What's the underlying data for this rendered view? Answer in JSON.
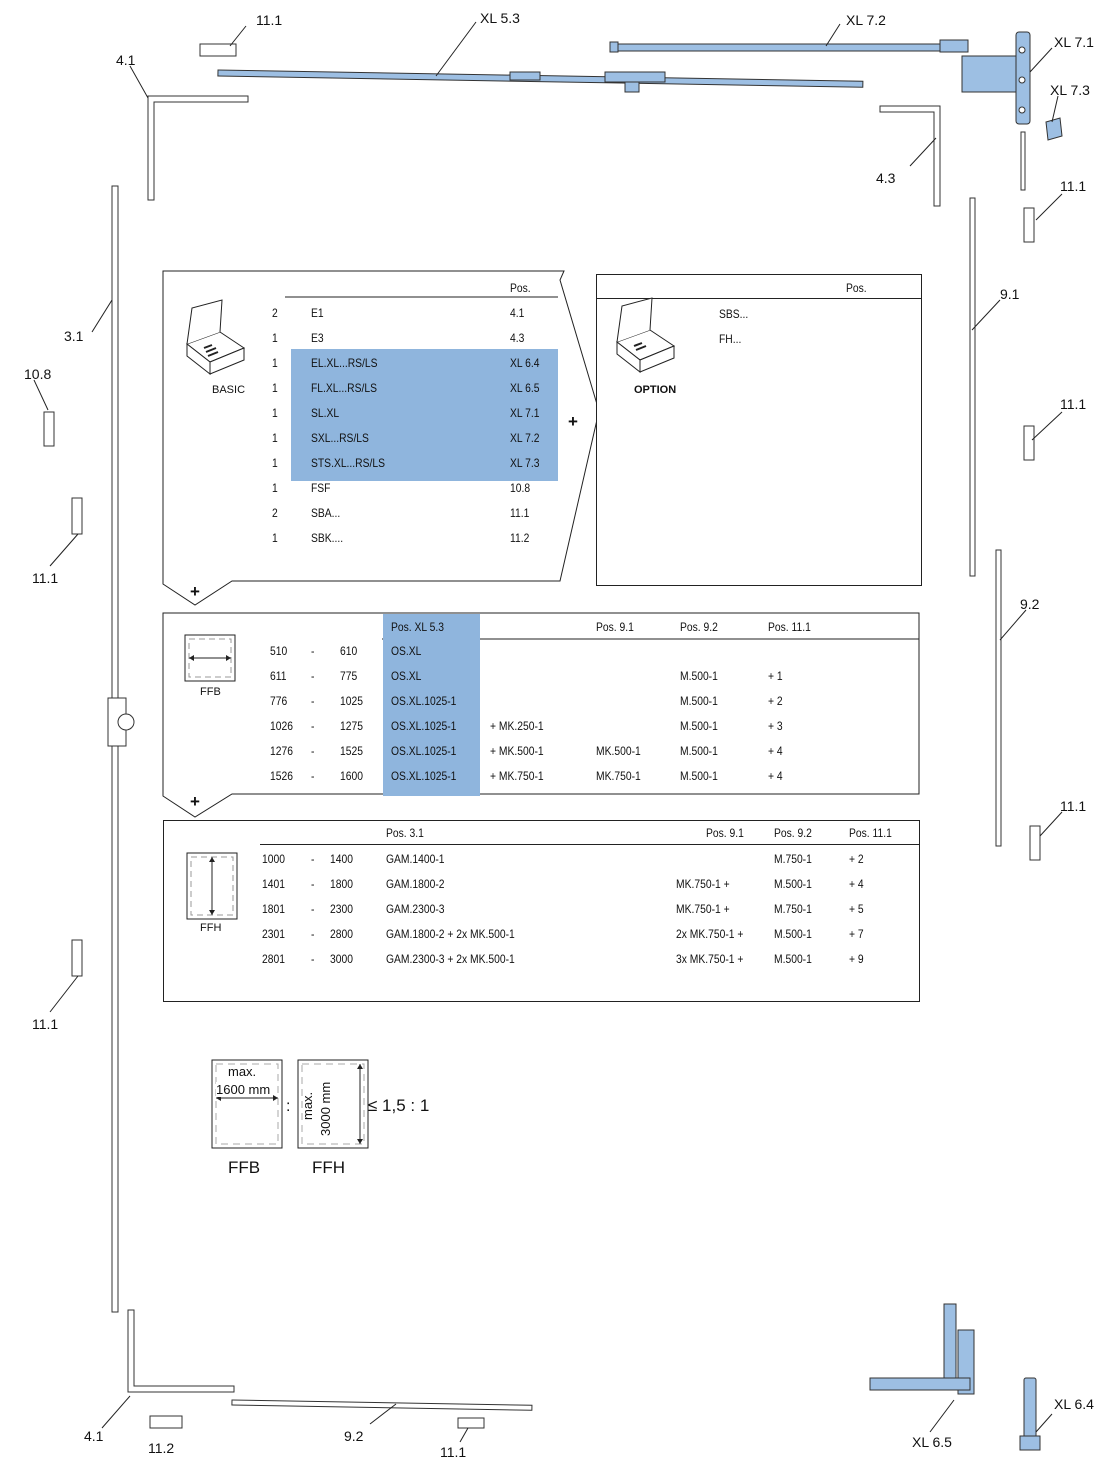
{
  "colors": {
    "part_fill": "#9dbfe3",
    "highlight": "#8fb5dd",
    "line": "#222222"
  },
  "labels": {
    "l_11_1_top": "11.1",
    "l_xl53": "XL 5.3",
    "l_xl72": "XL 7.2",
    "l_xl71": "XL 7.1",
    "l_xl73": "XL 7.3",
    "l_41_top": "4.1",
    "l_43": "4.3",
    "l_11_1_r1": "11.1",
    "l_91": "9.1",
    "l_31": "3.1",
    "l_108": "10.8",
    "l_11_1_r2": "11.1",
    "l_11_1_l1": "11.1",
    "l_92_r": "9.2",
    "l_11_1_r3": "11.1",
    "l_11_1_l2": "11.1",
    "l_41_bot": "4.1",
    "l_112": "11.2",
    "l_92_bot": "9.2",
    "l_11_1_bot": "11.1",
    "l_xl65": "XL 6.5",
    "l_xl64": "XL 6.4"
  },
  "basic": {
    "icon_label": "BASIC",
    "pos_header": "Pos.",
    "rows": [
      {
        "qty": "2",
        "name": "E1",
        "pos": "4.1",
        "hl": false
      },
      {
        "qty": "1",
        "name": "E3",
        "pos": "4.3",
        "hl": false
      },
      {
        "qty": "1",
        "name": "EL.XL...RS/LS",
        "pos": "XL 6.4",
        "hl": true
      },
      {
        "qty": "1",
        "name": "FL.XL...RS/LS",
        "pos": "XL 6.5",
        "hl": true
      },
      {
        "qty": "1",
        "name": "SL.XL",
        "pos": "XL 7.1",
        "hl": true
      },
      {
        "qty": "1",
        "name": "SXL...RS/LS",
        "pos": "XL 7.2",
        "hl": true
      },
      {
        "qty": "1",
        "name": "STS.XL...RS/LS",
        "pos": "XL 7.3",
        "hl": true
      },
      {
        "qty": "1",
        "name": "FSF",
        "pos": "10.8",
        "hl": false
      },
      {
        "qty": "2",
        "name": "SBA...",
        "pos": "11.1",
        "hl": false
      },
      {
        "qty": "1",
        "name": "SBK....",
        "pos": "11.2",
        "hl": false
      }
    ]
  },
  "option": {
    "icon_label": "OPTION",
    "pos_header": "Pos.",
    "rows": [
      {
        "name": "SBS..."
      },
      {
        "name": "FH..."
      }
    ]
  },
  "plus": "+",
  "ffb": {
    "icon_label": "FFB",
    "headers": {
      "xl53": "Pos. XL 5.3",
      "p91": "Pos. 9.1",
      "p92": "Pos. 9.2",
      "p111": "Pos. 11.1"
    },
    "rows": [
      {
        "from": "510",
        "dash": "-",
        "to": "610",
        "xl53": "OS.XL",
        "mk": "",
        "p91": "",
        "p92": "",
        "p111": ""
      },
      {
        "from": "611",
        "dash": "-",
        "to": "775",
        "xl53": "OS.XL",
        "mk": "",
        "p91": "",
        "p92": "M.500-1",
        "p111": "+ 1"
      },
      {
        "from": "776",
        "dash": "-",
        "to": "1025",
        "xl53": "OS.XL.1025-1",
        "mk": "",
        "p91": "",
        "p92": "M.500-1",
        "p111": "+ 2"
      },
      {
        "from": "1026",
        "dash": "-",
        "to": "1275",
        "xl53": "OS.XL.1025-1",
        "mk": "+ MK.250-1",
        "p91": "",
        "p92": "M.500-1",
        "p111": "+ 3"
      },
      {
        "from": "1276",
        "dash": "-",
        "to": "1525",
        "xl53": "OS.XL.1025-1",
        "mk": "+ MK.500-1",
        "p91": "MK.500-1",
        "p92": "M.500-1",
        "p111": "+ 4"
      },
      {
        "from": "1526",
        "dash": "-",
        "to": "1600",
        "xl53": "OS.XL.1025-1",
        "mk": "+ MK.750-1",
        "p91": "MK.750-1",
        "p92": "M.500-1",
        "p111": "+ 4"
      }
    ]
  },
  "ffh": {
    "icon_label": "FFH",
    "headers": {
      "p31": "Pos. 3.1",
      "p91": "Pos. 9.1",
      "p92": "Pos. 9.2",
      "p111": "Pos. 11.1"
    },
    "rows": [
      {
        "from": "1000",
        "dash": "-",
        "to": "1400",
        "p31": "GAM.1400-1",
        "p91": "",
        "p92": "M.750-1",
        "p111": "+ 2"
      },
      {
        "from": "1401",
        "dash": "-",
        "to": "1800",
        "p31": "GAM.1800-2",
        "p91": "MK.750-1 +",
        "p92": "M.500-1",
        "p111": "+ 4"
      },
      {
        "from": "1801",
        "dash": "-",
        "to": "2300",
        "p31": "GAM.2300-3",
        "p91": "MK.750-1 +",
        "p92": "M.750-1",
        "p111": "+ 5"
      },
      {
        "from": "2301",
        "dash": "-",
        "to": "2800",
        "p31": "GAM.1800-2 + 2x MK.500-1",
        "p91": "2x MK.750-1 +",
        "p92": "M.500-1",
        "p111": "+ 7"
      },
      {
        "from": "2801",
        "dash": "-",
        "to": "3000",
        "p31": "GAM.2300-3 + 2x MK.500-1",
        "p91": "3x MK.750-1 +",
        "p92": "M.500-1",
        "p111": "+ 9"
      }
    ]
  },
  "ratio": {
    "ffb_max": "max.",
    "ffb_val": "1600 mm",
    "colon": ":",
    "ffh_max": "max.",
    "ffh_val": "3000 mm",
    "ratio_text": "≤ 1,5 : 1",
    "ffb_label": "FFB",
    "ffh_label": "FFH"
  }
}
